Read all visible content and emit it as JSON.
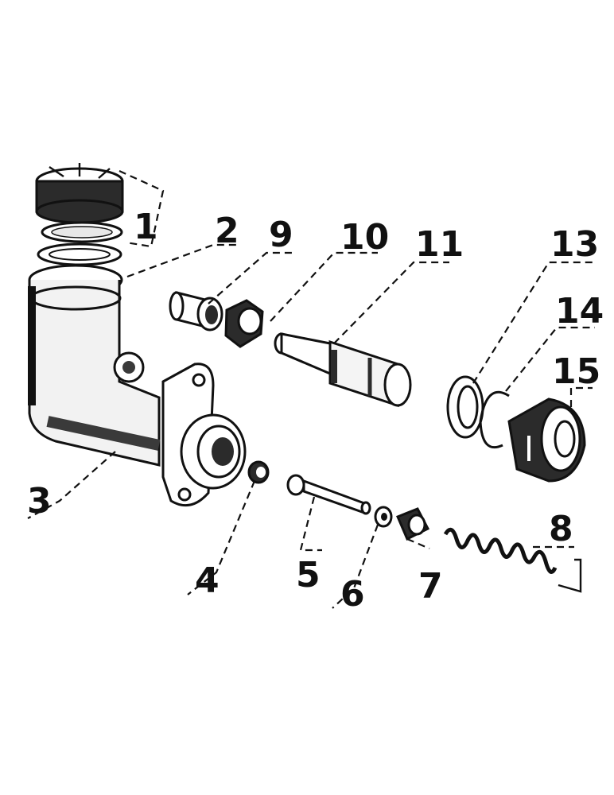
{
  "diagram": {
    "callouts": [
      {
        "id": "c1",
        "text": "1"
      },
      {
        "id": "c2",
        "text": "2"
      },
      {
        "id": "c3",
        "text": "3"
      },
      {
        "id": "c4",
        "text": "4"
      },
      {
        "id": "c5",
        "text": "5"
      },
      {
        "id": "c6",
        "text": "6"
      },
      {
        "id": "c7",
        "text": "7"
      },
      {
        "id": "c8",
        "text": "8"
      },
      {
        "id": "c9",
        "text": "9"
      },
      {
        "id": "c10",
        "text": "10"
      },
      {
        "id": "c11",
        "text": "11"
      },
      {
        "id": "c13",
        "text": "13"
      },
      {
        "id": "c14",
        "text": "14"
      },
      {
        "id": "c15",
        "text": "15"
      }
    ],
    "colors": {
      "ink": "#111111",
      "paper": "#ffffff",
      "shade": "#3a3a3a"
    }
  }
}
